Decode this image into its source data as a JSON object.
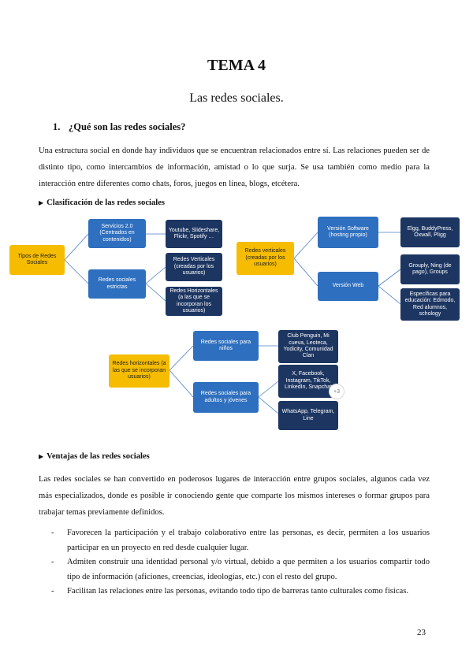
{
  "header": {
    "title": "TEMA 4",
    "subtitle": "Las redes sociales."
  },
  "section1": {
    "number": "1.",
    "heading": "¿Qué son las redes sociales?",
    "paragraph": "Una estructura social en donde hay individuos que se encuentran relacionados entre sí. Las relaciones pueden ser de distinto tipo, como intercambios de información, amistad o lo que surja. Se usa también como medio para la interacción entre diferentes como chats, foros, juegos en línea, blogs, etcétera."
  },
  "classification": {
    "heading": "Clasificación de las redes sociales",
    "diagram1": {
      "root": "Tipos de Redes Sociales",
      "a": "Servicios 2.0 (Centrados en contenidos)",
      "a1": "Youtube, Slideshare, Flickr, Spotify …",
      "b": "Redes sociales estrictas",
      "b1": "Redes Verticales (creadas por los usuarios)",
      "b2": "Redes Horizontales (a las que se incorporan los usuarios)"
    },
    "diagram2": {
      "root": "Redes verticales (creadas por los usuarios)",
      "a": "Versión Software (hosting propio)",
      "a1": "Elgg, BuddyPress, Oxwall, Pligg",
      "b": "Versión Web",
      "b1": "Grouply, Ning (de pago), Groups",
      "b2": "Específicas para educación: Edmodo, Red alumnos, schology"
    },
    "diagram3": {
      "root": "Redes horizontales (a las que se incorporan usuarios)",
      "a": "Redes sociales para niños",
      "a1": "Club Penguin, Mi cueva, Leoteca, Yodicity, Comunidad Clan",
      "b": "Redes sociales para adultos y jóvenes",
      "b1": "X, Facebook, Instagram, TikTok, LinkedIn, Snapchat",
      "b2": "WhatsApp, Telegram, Line",
      "badge": "+3"
    }
  },
  "advantages": {
    "heading": "Ventajas de las redes sociales",
    "paragraph": "Las redes sociales se han convertido en poderosos lugares de interacción entre grupos sociales, algunos cada vez más especializados, donde es posible ir conociendo gente que comparte los mismos intereses o formar grupos para trabajar temas previamente definidos.",
    "items": [
      "Favorecen la participación y el trabajo colaborativo entre las personas, es decir, permiten a los usuarios participar en un proyecto en red desde cualquier lugar.",
      "Admiten construir una identidad personal y/o virtual, debido a que permiten a los usuarios compartir todo tipo de información (aficiones, creencias, ideologías, etc.) con el resto del grupo.",
      "Facilitan las relaciones entre las personas, evitando todo tipo de barreras tanto culturales como físicas."
    ]
  },
  "page_number": "23",
  "colors": {
    "root": "#f5bc00",
    "level1": "#2e6fbf",
    "level2": "#1c3561"
  }
}
